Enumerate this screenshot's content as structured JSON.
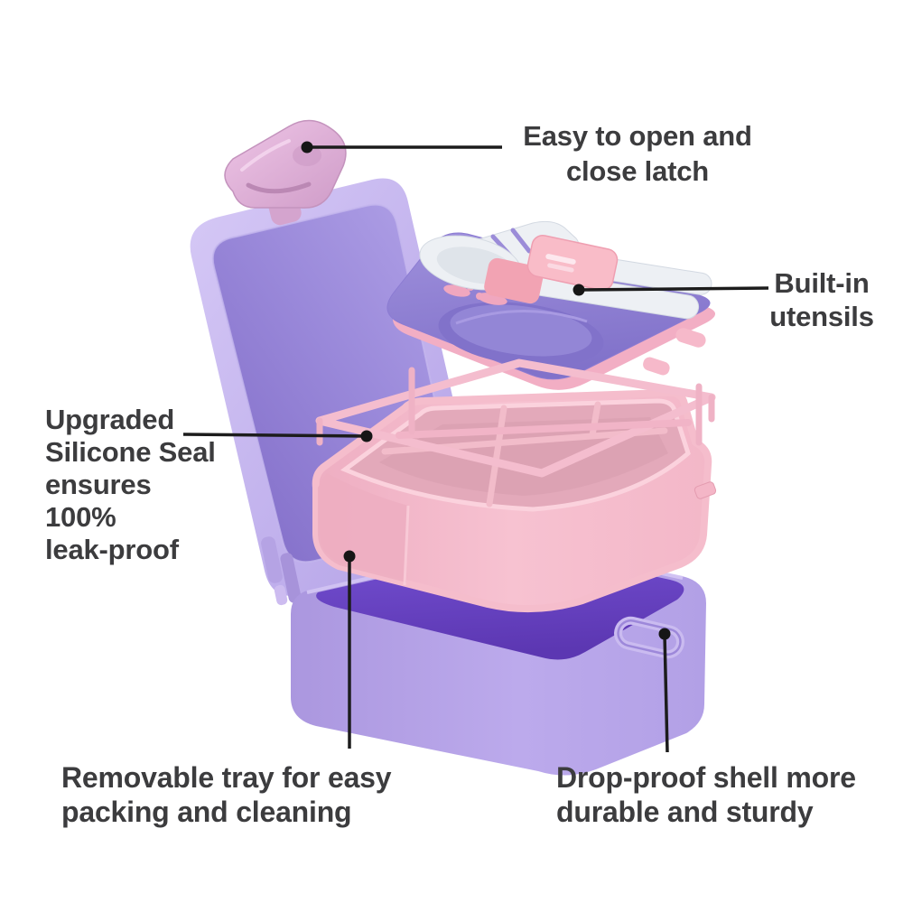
{
  "image": {
    "background": "#ffffff",
    "subject": "exploded-view of a kids bento lunch box, purple and pink"
  },
  "colors": {
    "background": "#ffffff",
    "text": "#3c3c3e",
    "leader": "#1c1c1c",
    "lid_rim": "#c9baee",
    "lid_face": "#8d79d0",
    "latch_pink": "#e2b2da",
    "tray_purple": "#9181d4",
    "tray_rim_pink": "#f2aec4",
    "utensil_white": "#edf0f4",
    "clip_pink": "#f9bcc8",
    "seal_pink": "#f4bdce",
    "bento_pink": "#f5bdcc",
    "cavity_pink": "#e3a9ba",
    "shell_lavender": "#b5a3e5",
    "shell_top_purple": "#6743c6",
    "handle_light": "#cabbf0"
  },
  "illustration": {
    "parts": [
      "lid",
      "latch",
      "utensil-tray",
      "spoon",
      "fork",
      "utensil-clip",
      "silicone-seal",
      "bento-tray",
      "outer-shell",
      "shell-handle"
    ]
  },
  "callouts": {
    "latch": {
      "lines": [
        "Easy to open and",
        "close latch"
      ]
    },
    "utensils": {
      "lines": [
        "Built-in",
        "utensils"
      ]
    },
    "seal": {
      "lines": [
        "Upgraded",
        "Silicone Seal",
        "ensures",
        "100%",
        "leak-proof"
      ]
    },
    "tray": {
      "lines": [
        "Removable tray for easy",
        "packing and cleaning"
      ]
    },
    "shell": {
      "lines": [
        "Drop-proof shell more",
        "durable and sturdy"
      ]
    }
  }
}
